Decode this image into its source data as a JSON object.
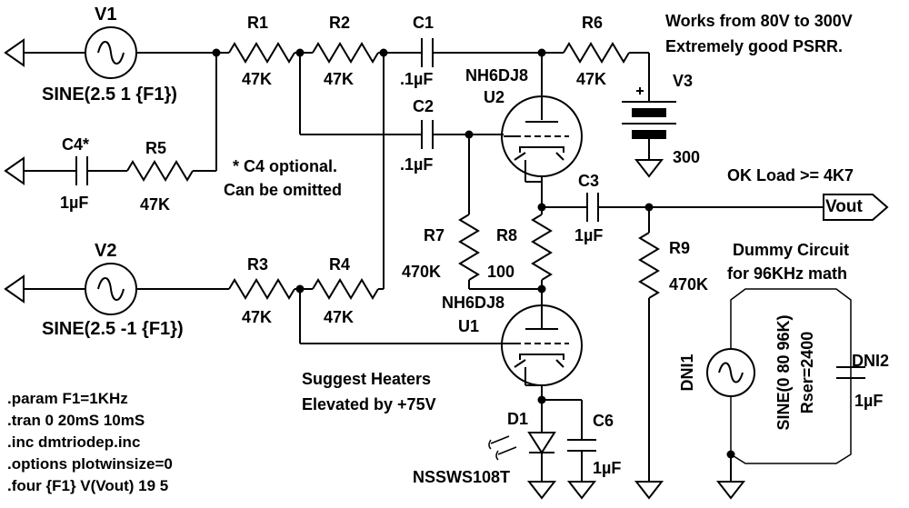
{
  "components": {
    "V1": {
      "name": "V1",
      "value": "SINE(2.5 1 {F1})"
    },
    "V2": {
      "name": "V2",
      "value": "SINE(2.5 -1 {F1})"
    },
    "V3": {
      "name": "V3",
      "value": "300"
    },
    "R1": {
      "name": "R1",
      "value": "47K"
    },
    "R2": {
      "name": "R2",
      "value": "47K"
    },
    "R3": {
      "name": "R3",
      "value": "47K"
    },
    "R4": {
      "name": "R4",
      "value": "47K"
    },
    "R5": {
      "name": "R5",
      "value": "47K"
    },
    "R6": {
      "name": "R6",
      "value": "47K"
    },
    "R7": {
      "name": "R7",
      "value": "470K"
    },
    "R8": {
      "name": "R8",
      "value": "100"
    },
    "R9": {
      "name": "R9",
      "value": "470K"
    },
    "C1": {
      "name": "C1",
      "value": ".1µF"
    },
    "C2": {
      "name": "C2",
      "value": ".1µF"
    },
    "C3": {
      "name": "C3",
      "value": "1µF"
    },
    "C4": {
      "name": "C4*",
      "value": "1µF"
    },
    "C6": {
      "name": "C6",
      "value": "1µF"
    },
    "U1": {
      "name": "U1",
      "model": "NH6DJ8"
    },
    "U2": {
      "name": "U2",
      "model": "NH6DJ8"
    },
    "D1": {
      "name": "D1",
      "model": "NSSWS108T"
    },
    "DNI1": {
      "name": "DNI1",
      "value": "SINE(0 80 96K)",
      "rser": "Rser=2400"
    },
    "DNI2": {
      "name": "DNI2",
      "value": "1µF"
    }
  },
  "port": {
    "vout": "Vout"
  },
  "notes": {
    "works_from": "Works from 80V to 300V",
    "psrr": "Extremely good PSRR.",
    "c4_optional": "* C4 optional.",
    "can_be_omitted": "Can be omitted",
    "ok_load": "OK Load >= 4K7",
    "dummy_line1": "Dummy Circuit",
    "dummy_line2": "for 96KHz math",
    "heaters_line1": "Suggest Heaters",
    "heaters_line2": "Elevated by +75V"
  },
  "directives": [
    ".param F1=1KHz",
    ".tran 0 20mS 10mS",
    ".inc dmtriodep.inc",
    ".options plotwinsize=0",
    ".four {F1} V(Vout) 19 5"
  ]
}
